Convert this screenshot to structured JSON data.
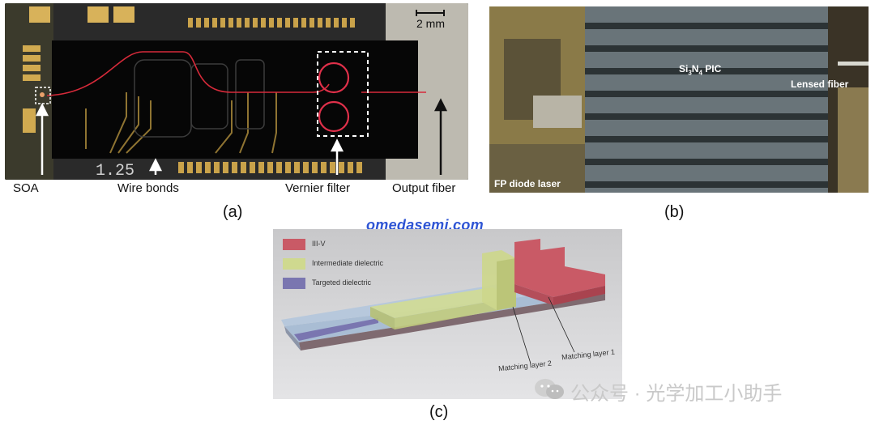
{
  "panel_a": {
    "scale_bar": "2 mm",
    "chip_marking": "1.25",
    "labels": {
      "soa": "SOA",
      "wire_bonds": "Wire bonds",
      "vernier": "Vernier filter",
      "output_fiber": "Output fiber"
    },
    "caption": "(a)"
  },
  "panel_b": {
    "pic_label_main": "Si",
    "pic_sub1": "3",
    "pic_mid": "N",
    "pic_sub2": "4",
    "pic_tail": " PIC",
    "lensed_fiber": "Lensed fiber",
    "fp_laser": "FP diode laser",
    "caption": "(b)"
  },
  "panel_c": {
    "legend": [
      "III-V",
      "Intermediate dielectric",
      "Targeted dielectric"
    ],
    "legend_colors": [
      "#c95a66",
      "#cfd98f",
      "#7a76b0"
    ],
    "matching_layer_1": "Matching layer 1",
    "matching_layer_2": "Matching layer 2",
    "caption": "(c)"
  },
  "watermark": "omedasemi.com",
  "wechat_watermark": "公众号 · 光学加工小助手"
}
